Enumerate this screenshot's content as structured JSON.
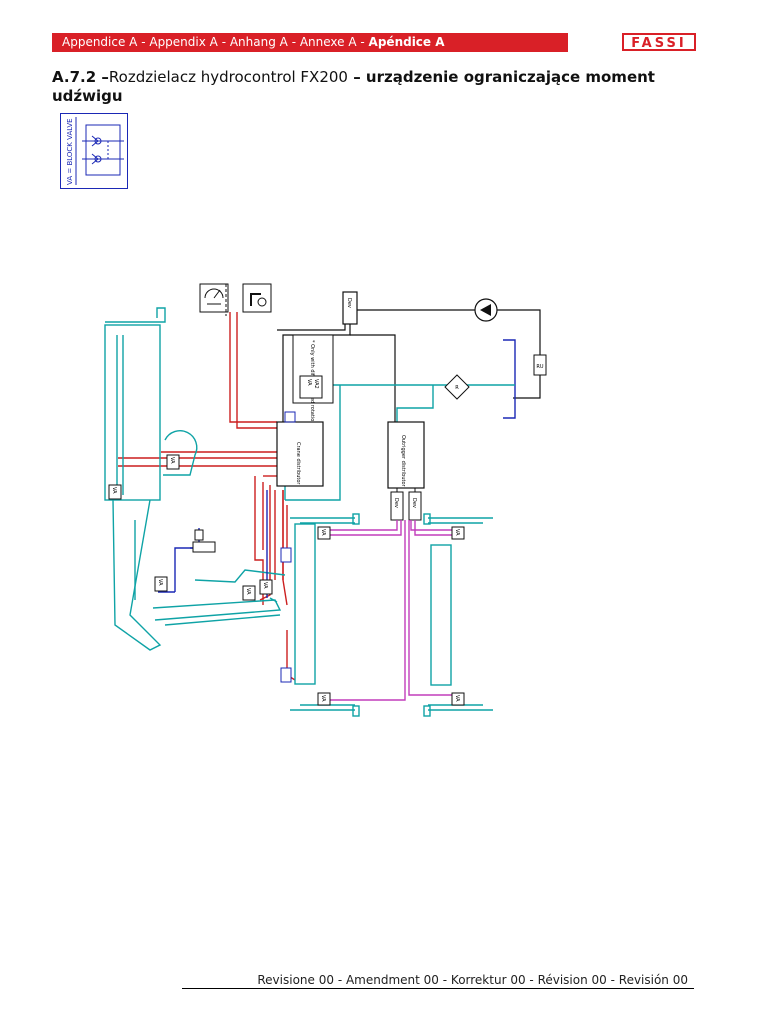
{
  "header": {
    "banner_parts": [
      "Appendice A",
      "Appendix A",
      "Anhang A",
      "Annexe A"
    ],
    "banner_bold": "Apéndice A",
    "separator": " - ",
    "logo_text": "FASSI"
  },
  "section": {
    "number": "A.7.2",
    "dash": " –",
    "title_regular": "Rozdzielacz hydrocontrol FX200",
    "title_bold": " – urządzenie ograniczające moment udźwigu"
  },
  "legend": {
    "label": "VA = BLOCK VALVE"
  },
  "diagram": {
    "labels": {
      "crane_distributor": "Crane distributor",
      "outrigger_distributor": "Outrigger distributor",
      "dev": "Dev",
      "only_with": "* Only with differentiated rotation",
      "va": "VA",
      "va2": "VA2",
      "ru": "RU",
      "filter": "R"
    },
    "colors": {
      "red": "#cc1f1f",
      "cyan": "#0fa3a6",
      "blue": "#1b28b5",
      "magenta": "#c23dbb",
      "black": "#111111"
    }
  },
  "footer": {
    "parts": [
      "Revisione 00",
      "Amendment 00",
      "Korrektur 00",
      "Révision 00",
      "Revisión 00"
    ]
  }
}
